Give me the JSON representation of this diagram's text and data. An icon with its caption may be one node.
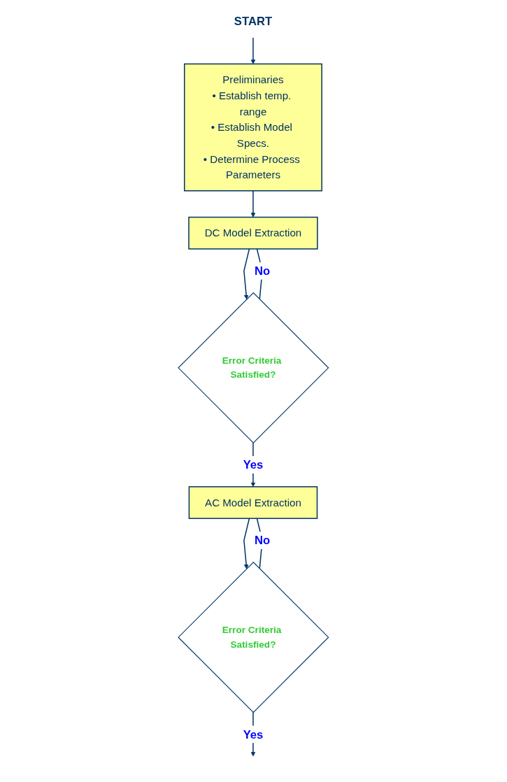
{
  "diagram": {
    "nodes": [
      {
        "text": [
          "START"
        ]
      },
      {
        "text": [
          "Preliminaries",
          "• Establish temp. range",
          "• Establish Model Specs.",
          "• Determine Process Parameters"
        ]
      },
      {
        "text": [
          "DC Model Extraction"
        ]
      },
      {
        "text": [
          "Error Criteria Satisfied?"
        ]
      },
      {
        "text": [
          "AC Model Extraction"
        ]
      },
      {
        "text": [
          "Error Criteria Satisfied?"
        ]
      }
    ],
    "edges": [
      {
        "from": 0,
        "to": 1,
        "arrow": "to"
      },
      {
        "from": 1,
        "to": 2,
        "arrow": "to"
      },
      {
        "from": 2,
        "to": 3,
        "arrow": "to"
      },
      {
        "from": 3,
        "to": 2,
        "label": "No",
        "arrow": "none"
      },
      {
        "from": 3,
        "to": 4,
        "label": "Yes",
        "arrow": "to"
      },
      {
        "from": 4,
        "to": 5,
        "arrow": "to"
      },
      {
        "from": 5,
        "to": 4,
        "label": "No",
        "arrow": "none"
      },
      {
        "from": 5,
        "to": null,
        "label": "Yes",
        "arrow": "to"
      }
    ]
  }
}
